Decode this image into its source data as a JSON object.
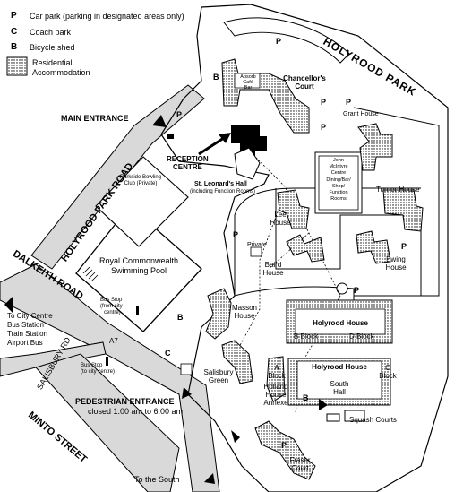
{
  "legend": {
    "car_park": {
      "symbol": "P",
      "label": "Car park (parking in designated areas only)"
    },
    "coach_park": {
      "symbol": "C",
      "label": "Coach park"
    },
    "bicycle_shed": {
      "symbol": "B",
      "label": "Bicycle shed"
    },
    "residential_line1": "Residential",
    "residential_line2": "Accommodation"
  },
  "labels": {
    "holyrood_park": "HOLYROOD PARK",
    "main_entrance": "MAIN ENTRANCE",
    "holyrood_park_road": "HOLYROOD PARK ROAD",
    "dalkeith_road": "DALKEITH ROAD",
    "salisbury_rd": "SALISBURY RD",
    "minto_street": "MINTO STREET",
    "a7": "A7",
    "reception_line1": "RECEPTION",
    "reception_line2": "CENTRE",
    "absorb_line1": "Absorb",
    "absorb_line2": "Café",
    "absorb_line3": "Bar",
    "chancellors_line1": "Chancellor's",
    "chancellors_line2": "Court",
    "grant_house": "Grant House",
    "bowling_line1": "Parkside Bowling",
    "bowling_line2": "Club (Private)",
    "st_leonards": "St. Leonard's Hall",
    "st_leonards_sub": "(including Function Rooms)",
    "mcintyre_line1": "John",
    "mcintyre_line2": "McIntyre",
    "mcintyre_line3": "Centre",
    "mcintyre_line4": "Dining/Bar/",
    "mcintyre_line5": "Shop/",
    "mcintyre_line6": "Function",
    "mcintyre_line7": "Rooms",
    "turner_house": "Turner House",
    "lee_line1": "Lee",
    "lee_line2": "House",
    "private": "Private",
    "baird_line1": "Baird",
    "baird_line2": "House",
    "ewing_line1": "Ewing",
    "ewing_line2": "House",
    "pool_line1": "Royal Commonwealth",
    "pool_line2": "Swimming Pool",
    "masson_line1": "Masson",
    "masson_line2": "House",
    "holyrood_house": "Holyrood House",
    "b_block": "B Block",
    "d_block": "D Block",
    "bus_stop_from_line1": "Bus Stop",
    "bus_stop_from_line2": "(from city",
    "bus_stop_from_line3": "centre)",
    "to_city_line1": "To City Centre",
    "to_city_line2": "Bus Station",
    "to_city_line3": "Train Station",
    "to_city_line4": "Airport Bus",
    "bus_stop_to_line1": "Bus Stop",
    "bus_stop_to_line2": "(to city centre)",
    "salisbury_line1": "Salisbury",
    "salisbury_line2": "Green",
    "a_block_line1": "A",
    "a_block_line2": "Block",
    "holyrood_house_2": "Holyrood House",
    "c_block_line1": "C",
    "c_block_line2": "Block",
    "south_hall_line1": "South",
    "south_hall_line2": "Hall",
    "annexe_line1": "Holland",
    "annexe_line2": "House",
    "annexe_line3": "Annexe",
    "pedestrian_entrance": "PEDESTRIAN ENTRANCE",
    "pedestrian_hours": "closed 1.00 am to 6.00 am",
    "squash_courts": "Squash Courts",
    "fraser_line1": "Fraser",
    "fraser_line2": "Court",
    "to_the_south": "To the South",
    "p": "P",
    "b": "B",
    "c": "C"
  },
  "colors": {
    "ink": "#000000",
    "paper": "#ffffff",
    "road_grey": "#bfbfbf"
  }
}
